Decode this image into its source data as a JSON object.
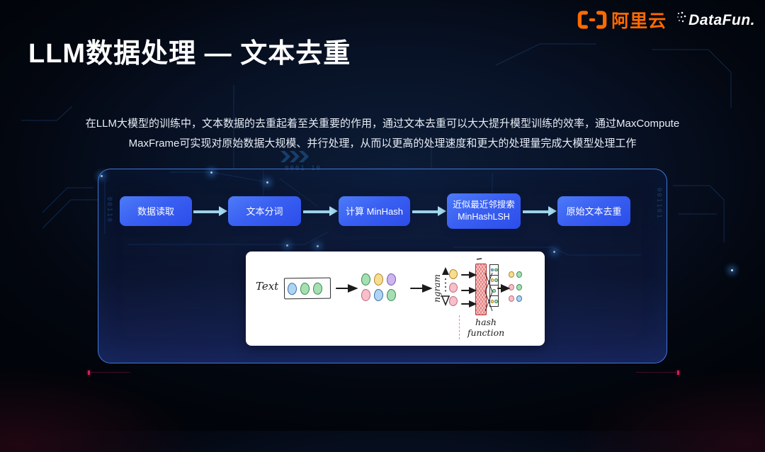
{
  "header": {
    "alicloud": "阿里云",
    "datafun": "DataFun."
  },
  "title": "LLM数据处理 — 文本去重",
  "description": {
    "line1": "在LLM大模型的训练中，文本数据的去重起着至关重要的作用，通过文本去重可以大大提升模型训练的效率，通过MaxCompute",
    "line2": "MaxFrame可实现对原始数据大规模、并行处理，从而以更高的处理速度和更大的处理量完成大模型处理工作"
  },
  "flowchart": {
    "steps": [
      {
        "label": "数据读取"
      },
      {
        "label": "文本分词"
      },
      {
        "label": "计算 MinHash"
      },
      {
        "label": "近似最近邻搜索",
        "label2": "MinHashLSH"
      },
      {
        "label": "原始文本去重"
      }
    ]
  },
  "diagram": {
    "text_label": "Text",
    "ngram_label": "ngram",
    "hash_caption_line1": "hash",
    "hash_caption_line2": "function",
    "input_tokens": [
      "blue",
      "green",
      "green"
    ],
    "shingles": [
      [
        "green",
        "yellow",
        "purple"
      ],
      [
        "pink",
        "blue",
        "green"
      ]
    ],
    "ngram_circles": [
      "yellow",
      "pink",
      "pink"
    ],
    "hash_cells": [
      [
        "blue",
        "green"
      ],
      [
        "yellow",
        "green"
      ],
      [
        "green"
      ],
      [
        "yellow",
        "green"
      ]
    ],
    "output_rows": [
      [
        "yellow",
        "green"
      ],
      [
        "pink",
        "green"
      ],
      [
        "pink",
        "blue"
      ]
    ]
  },
  "palette": {
    "blue": {
      "fill": "#aed4f2",
      "stroke": "#3a6ea8"
    },
    "green": {
      "fill": "#a5dfb2",
      "stroke": "#3c8a55"
    },
    "yellow": {
      "fill": "#f6dd8f",
      "stroke": "#b0862e"
    },
    "purple": {
      "fill": "#cdb5ee",
      "stroke": "#7b57b4"
    },
    "pink": {
      "fill": "#f6bfc9",
      "stroke": "#c06a7e"
    }
  },
  "colors": {
    "accent_orange": "#FF6A00",
    "step_blue_top": "#4d7bf8",
    "step_blue_bottom": "#2b4dea",
    "arrow_light_blue": "#9cd2ea",
    "panel_border_blue": "#407ee2",
    "hash_red": "#ae3030"
  }
}
